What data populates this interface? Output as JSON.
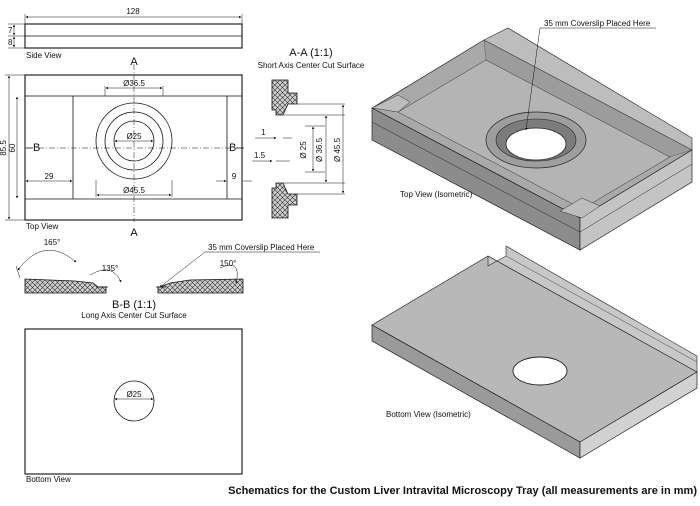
{
  "side_view": {
    "label": "Side View",
    "dim_length": "128",
    "dim_7": "7",
    "dim_8": "8"
  },
  "top_view": {
    "label": "Top View",
    "section_a": "A",
    "section_b": "B",
    "dim_width": "85.5",
    "dim_inner": "60",
    "dim_d36": "Ø36.5",
    "dim_d25": "Ø25",
    "dim_d45": "Ø45.5",
    "dim_29": "29",
    "dim_9": "9"
  },
  "section_aa": {
    "title": "A-A (1:1)",
    "subtitle": "Short Axis Center Cut Surface",
    "dim_1": "1",
    "dim_15": "1.5",
    "dim_d25": "Ø 25",
    "dim_d36": "Ø 36.5",
    "dim_d45": "Ø 45.5"
  },
  "section_bb": {
    "title": "B-B (1:1)",
    "subtitle": "Long Axis Center Cut Surface",
    "angle_165": "165°",
    "angle_135": "135°",
    "angle_150": "150°",
    "coverslip_label": "35 mm Coverslip Placed Here"
  },
  "bottom_view": {
    "label": "Bottom View",
    "dim_d25": "Ø25"
  },
  "iso_top": {
    "label": "Top View (Isometric)",
    "coverslip_label": "35 mm Coverslip Placed Here"
  },
  "iso_bottom": {
    "label": "Bottom View (Isometric)"
  },
  "caption": "Schematics for the Custom Liver Intravital Microscopy Tray (all measurements are in mm)"
}
